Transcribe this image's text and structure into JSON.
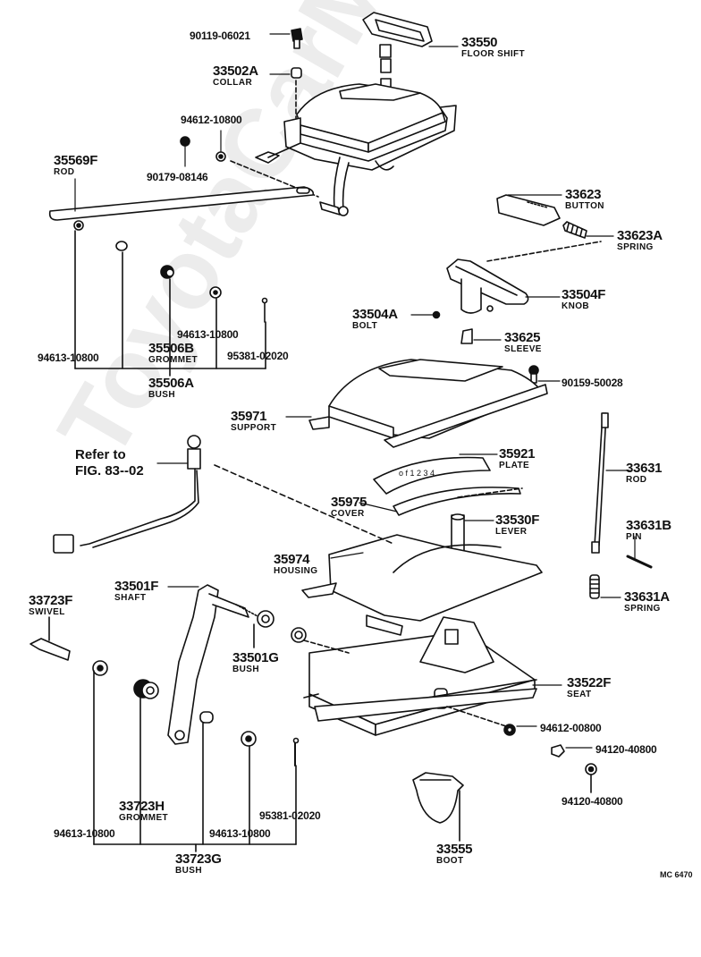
{
  "watermark": "ToyotaCarMine.ru",
  "figure_code": "MC 6470",
  "reference": {
    "line1": "Refer to",
    "line2": "FIG. 83--02"
  },
  "parts": [
    {
      "id": "p90119",
      "number": "90119-06021",
      "name": ""
    },
    {
      "id": "p33550",
      "number": "33550",
      "name": "FLOOR SHIFT"
    },
    {
      "id": "p33502A",
      "number": "33502A",
      "name": "COLLAR"
    },
    {
      "id": "p94612a",
      "number": "94612-10800",
      "name": ""
    },
    {
      "id": "p90179",
      "number": "90179-08146",
      "name": ""
    },
    {
      "id": "p35569F",
      "number": "35569F",
      "name": "ROD"
    },
    {
      "id": "p33623",
      "number": "33623",
      "name": "BUTTON"
    },
    {
      "id": "p33623A",
      "number": "33623A",
      "name": "SPRING"
    },
    {
      "id": "p33504F",
      "number": "33504F",
      "name": "KNOB"
    },
    {
      "id": "p33504A",
      "number": "33504A",
      "name": "BOLT"
    },
    {
      "id": "p33625",
      "number": "33625",
      "name": "SLEEVE"
    },
    {
      "id": "p90159",
      "number": "90159-50028",
      "name": ""
    },
    {
      "id": "p94613a",
      "number": "94613-10800",
      "name": ""
    },
    {
      "id": "p94613b",
      "number": "94613-10800",
      "name": ""
    },
    {
      "id": "p35506B",
      "number": "35506B",
      "name": "GROMMET"
    },
    {
      "id": "p95381a",
      "number": "95381-02020",
      "name": ""
    },
    {
      "id": "p35506A",
      "number": "35506A",
      "name": "BUSH"
    },
    {
      "id": "p35971",
      "number": "35971",
      "name": "SUPPORT"
    },
    {
      "id": "p35921",
      "number": "35921",
      "name": "PLATE"
    },
    {
      "id": "p35975",
      "number": "35975",
      "name": "COVER"
    },
    {
      "id": "p33631",
      "number": "33631",
      "name": "ROD"
    },
    {
      "id": "p33530F",
      "number": "33530F",
      "name": "LEVER"
    },
    {
      "id": "p33631B",
      "number": "33631B",
      "name": "PIN"
    },
    {
      "id": "p35974",
      "number": "35974",
      "name": "HOUSING"
    },
    {
      "id": "p33501F",
      "number": "33501F",
      "name": "SHAFT"
    },
    {
      "id": "p33723F",
      "number": "33723F",
      "name": "SWIVEL"
    },
    {
      "id": "p33631A",
      "number": "33631A",
      "name": "SPRING"
    },
    {
      "id": "p33501G",
      "number": "33501G",
      "name": "BUSH"
    },
    {
      "id": "p33522F",
      "number": "33522F",
      "name": "SEAT"
    },
    {
      "id": "p94612b",
      "number": "94612-00800",
      "name": ""
    },
    {
      "id": "p94120a",
      "number": "94120-40800",
      "name": ""
    },
    {
      "id": "p94120b",
      "number": "94120-40800",
      "name": ""
    },
    {
      "id": "p33723H",
      "number": "33723H",
      "name": "GROMMET"
    },
    {
      "id": "p95381b",
      "number": "95381-02020",
      "name": ""
    },
    {
      "id": "p94613c",
      "number": "94613-10800",
      "name": ""
    },
    {
      "id": "p94613d",
      "number": "94613-10800",
      "name": ""
    },
    {
      "id": "p33723G",
      "number": "33723G",
      "name": "BUSH"
    },
    {
      "id": "p33555",
      "number": "33555",
      "name": "BOOT"
    }
  ]
}
